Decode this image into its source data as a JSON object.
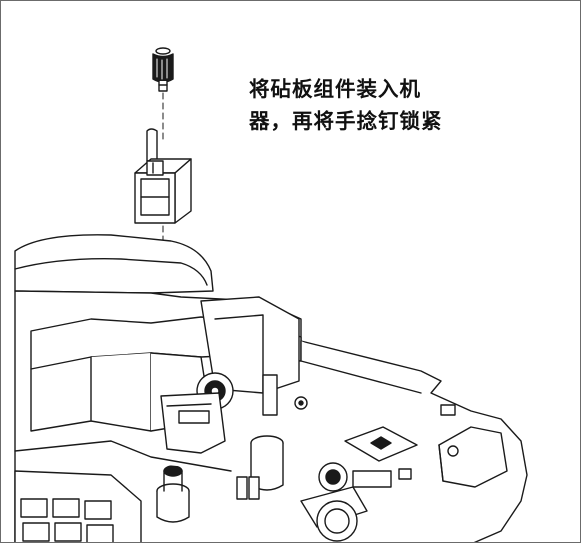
{
  "instruction": {
    "line1": "将砧板组件装入机",
    "line2": "器，再将手捻钉锁紧"
  },
  "drawing": {
    "parts": [
      "thumb-screw",
      "anvil-block-assembly",
      "machine-base"
    ],
    "line_color": "#1a1a1a",
    "fill_color": "#ffffff"
  }
}
